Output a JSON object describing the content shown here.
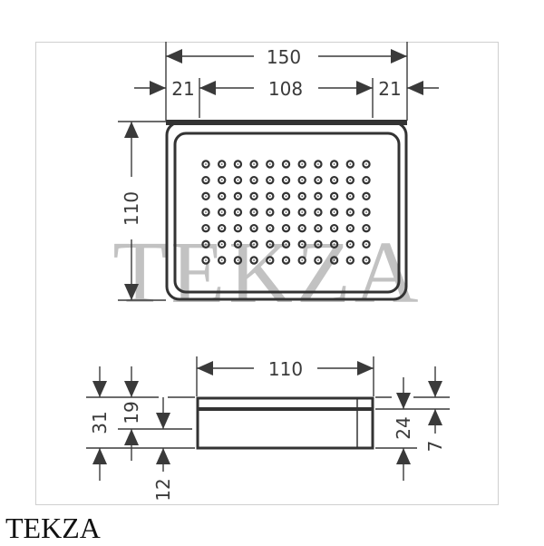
{
  "brand": {
    "label": "TEKZA"
  },
  "watermark": {
    "text": "TEKZA",
    "color": "#b5b5b5"
  },
  "colors": {
    "line": "#3a3a3a",
    "frame": "#cfcfcf"
  },
  "top_view": {
    "width_total": "150",
    "margin_left": "21",
    "inner_width": "108",
    "margin_right": "21",
    "height": "110",
    "hole_grid": {
      "columns": 11,
      "rows": 7
    }
  },
  "side_view": {
    "width": "110",
    "overall_height": "31",
    "upper_height": "19",
    "lower_offset": "12",
    "body_height": "24",
    "lid_height": "7"
  }
}
